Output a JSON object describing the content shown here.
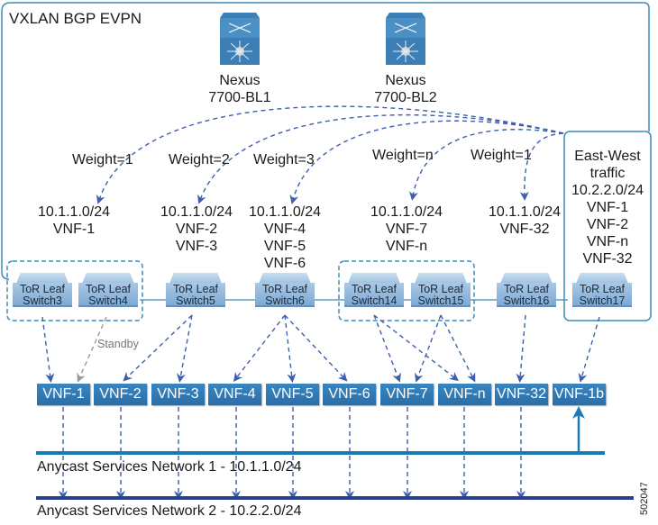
{
  "title": "VXLAN BGP EVPN",
  "border_leafs": [
    {
      "line1": "Nexus",
      "line2": "7700-BL1"
    },
    {
      "line1": "Nexus",
      "line2": "7700-BL2"
    }
  ],
  "weights": [
    "Weight=1",
    "Weight=2",
    "Weight=3",
    "Weight=n",
    "Weight=1"
  ],
  "prefix_groups": [
    {
      "lines": [
        "10.1.1.0/24",
        "VNF-1"
      ]
    },
    {
      "lines": [
        "10.1.1.0/24",
        "VNF-2",
        "VNF-3"
      ]
    },
    {
      "lines": [
        "10.1.1.0/24",
        "VNF-4",
        "VNF-5",
        "VNF-6"
      ]
    },
    {
      "lines": [
        "10.1.1.0/24",
        "VNF-7",
        "VNF-n"
      ]
    },
    {
      "lines": [
        "10.1.1.0/24",
        "VNF-32"
      ]
    }
  ],
  "east_west": {
    "lines": [
      "East-West",
      "traffic",
      "10.2.2.0/24",
      "VNF-1",
      "VNF-2",
      "VNF-n",
      "VNF-32"
    ]
  },
  "switches": [
    {
      "line1": "ToR Leaf",
      "line2": "Switch3"
    },
    {
      "line1": "ToR Leaf",
      "line2": "Switch4"
    },
    {
      "line1": "ToR Leaf",
      "line2": "Switch5"
    },
    {
      "line1": "ToR Leaf",
      "line2": "Switch6"
    },
    {
      "line1": "ToR Leaf",
      "line2": "Switch14"
    },
    {
      "line1": "ToR Leaf",
      "line2": "Switch15"
    },
    {
      "line1": "ToR Leaf",
      "line2": "Switch16"
    },
    {
      "line1": "ToR Leaf",
      "line2": "Switch17"
    }
  ],
  "standby_label": "Standby",
  "vnfs": [
    "VNF-1",
    "VNF-2",
    "VNF-3",
    "VNF-4",
    "VNF-5",
    "VNF-6",
    "VNF-7",
    "VNF-n",
    "VNF-32",
    "VNF-1b"
  ],
  "networks": [
    {
      "label": "Anycast Services Network 1 - 10.1.1.0/24",
      "color": "#1a7ab5"
    },
    {
      "label": "Anycast Services Network 2 - 10.2.2.0/24",
      "color": "#2b3f8f"
    }
  ],
  "figure_id": "502047",
  "colors": {
    "frame": "#3a8bb8",
    "dashed_arrow": "#3d5fae",
    "standby_arrow": "#999999",
    "vnf_box": "#2f78b3"
  }
}
